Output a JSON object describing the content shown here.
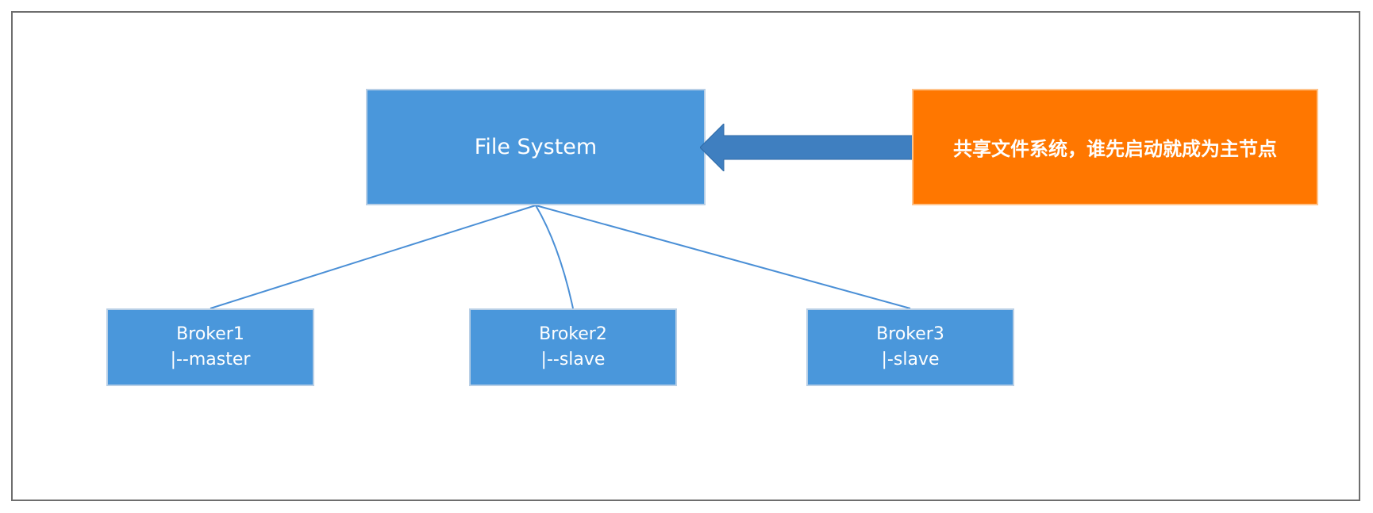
{
  "diagram": {
    "file_system": {
      "label": "File System"
    },
    "note": {
      "label": "共享文件系统，谁先启动就成为主节点"
    },
    "brokers": [
      {
        "name": "Broker1",
        "role": "|--master"
      },
      {
        "name": "Broker2",
        "role": "|--slave"
      },
      {
        "name": "Broker3",
        "role": "|-slave"
      }
    ],
    "colors": {
      "node_fill": "#4a97db",
      "note_fill": "#ff7700",
      "arrow_fill": "#3f7fc0",
      "connector": "#4a8fd6"
    }
  }
}
